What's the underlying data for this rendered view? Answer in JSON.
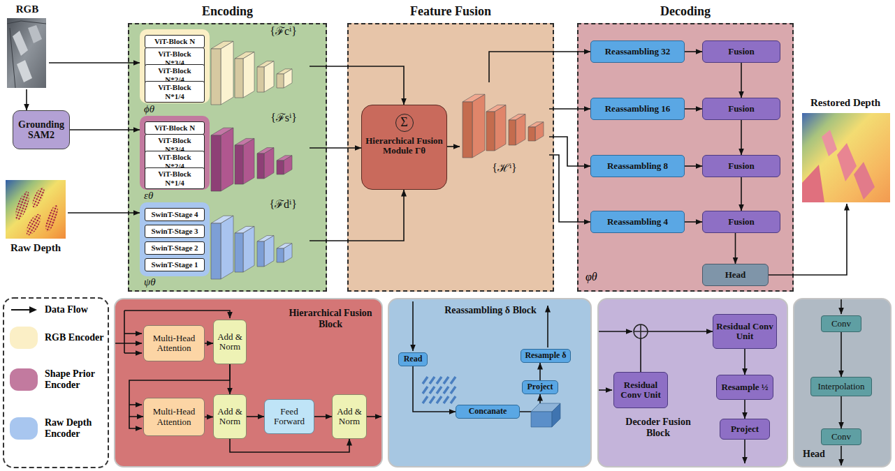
{
  "diagram": {
    "nodes": [
      {
        "text": [
          "RGB"
        ]
      },
      {
        "text": [
          "Grounding SAM2"
        ]
      },
      {
        "text": [
          "Raw Depth"
        ]
      },
      {
        "text": [
          "Encoding"
        ]
      },
      {
        "text": [
          "ϕθ"
        ],
        "in": 3
      },
      {
        "text": [
          "ViT-Block N"
        ],
        "in": 4
      },
      {
        "text": [
          "ViT-Block N*3/4"
        ],
        "in": 4
      },
      {
        "text": [
          "ViT-Block N*2/4"
        ],
        "in": 4
      },
      {
        "text": [
          "ViT-Block N*1/4"
        ],
        "in": 4
      },
      {
        "text": [
          "{ℱcⁱ}"
        ],
        "in": 3
      },
      {
        "text": [
          "εθ"
        ],
        "in": 3
      },
      {
        "text": [
          "ViT-Block N"
        ],
        "in": 10
      },
      {
        "text": [
          "ViT-Block N*3/4"
        ],
        "in": 10
      },
      {
        "text": [
          "ViT-Block N*2/4"
        ],
        "in": 10
      },
      {
        "text": [
          "ViT-Block N*1/4"
        ],
        "in": 10
      },
      {
        "text": [
          "{ℱsⁱ}"
        ],
        "in": 3
      },
      {
        "text": [
          "ψθ"
        ],
        "in": 3
      },
      {
        "text": [
          "SwinT-Stage 4"
        ],
        "in": 16
      },
      {
        "text": [
          "SwinT-Stage 3"
        ],
        "in": 16
      },
      {
        "text": [
          "SwinT-Stage 2"
        ],
        "in": 16
      },
      {
        "text": [
          "SwinT-Stage 1"
        ],
        "in": 16
      },
      {
        "text": [
          "{ℱdⁱ}"
        ],
        "in": 3
      },
      {
        "text": [
          "Feature Fusion"
        ]
      },
      {
        "text": [
          "Σ",
          "Hierarchical Fusion Module Γθ"
        ],
        "in": 22
      },
      {
        "text": [
          "{ℋⁱ}"
        ],
        "in": 22
      },
      {
        "text": [
          "Decoding"
        ]
      },
      {
        "text": [
          "Reassambling 32"
        ],
        "in": 25
      },
      {
        "text": [
          "Fusion"
        ],
        "in": 25
      },
      {
        "text": [
          "Reassambling 16"
        ],
        "in": 25
      },
      {
        "text": [
          "Fusion"
        ],
        "in": 25
      },
      {
        "text": [
          "Reassambling 8"
        ],
        "in": 25
      },
      {
        "text": [
          "Fusion"
        ],
        "in": 25
      },
      {
        "text": [
          "Reassambling 4"
        ],
        "in": 25
      },
      {
        "text": [
          "Fusion"
        ],
        "in": 25
      },
      {
        "text": [
          "Head"
        ],
        "in": 25
      },
      {
        "text": [
          "Restored Depth"
        ]
      },
      {
        "text": [
          "Hierarchical Fusion Block"
        ]
      },
      {
        "text": [
          "Multi-Head Attention"
        ],
        "in": 36
      },
      {
        "text": [
          "Add & Norm"
        ],
        "in": 36
      },
      {
        "text": [
          "Multi-Head Attention"
        ],
        "in": 36
      },
      {
        "text": [
          "Add & Norm"
        ],
        "in": 36
      },
      {
        "text": [
          "Feed Forward"
        ],
        "in": 36
      },
      {
        "text": [
          "Add & Norm"
        ],
        "in": 36
      },
      {
        "text": [
          "Reassambling δ Block"
        ]
      },
      {
        "text": [
          "Read"
        ],
        "in": 43
      },
      {
        "text": [
          "Concanate"
        ],
        "in": 43
      },
      {
        "text": [
          "Project"
        ],
        "in": 43
      },
      {
        "text": [
          "Resample δ"
        ],
        "in": 43
      },
      {
        "text": [
          "Decoder Fusion Block"
        ]
      },
      {
        "text": [
          "Residual Conv Unit"
        ],
        "in": 48
      },
      {
        "text": [
          "Residual Conv Unit"
        ],
        "in": 48
      },
      {
        "text": [
          "Resample ½"
        ],
        "in": 48
      },
      {
        "text": [
          "Project"
        ],
        "in": 48
      },
      {
        "text": [
          "Head"
        ]
      },
      {
        "text": [
          "Conv"
        ],
        "in": 53
      },
      {
        "text": [
          "Interpolation"
        ],
        "in": 53
      },
      {
        "text": [
          "Conv"
        ],
        "in": 53
      }
    ],
    "edges": [
      {
        "from": 0,
        "to": 4,
        "arrow": "to"
      },
      {
        "from": 0,
        "to": 1,
        "arrow": "to"
      },
      {
        "from": 1,
        "to": 10,
        "arrow": "to"
      },
      {
        "from": 2,
        "to": 16,
        "arrow": "to"
      },
      {
        "from": 9,
        "to": 23,
        "arrow": "to"
      },
      {
        "from": 15,
        "to": 23,
        "arrow": "to"
      },
      {
        "from": 21,
        "to": 23,
        "arrow": "to"
      },
      {
        "from": 23,
        "to": 24,
        "arrow": "to"
      },
      {
        "from": 24,
        "to": 26,
        "arrow": "to"
      },
      {
        "from": 24,
        "to": 28,
        "arrow": "to"
      },
      {
        "from": 24,
        "to": 30,
        "arrow": "to"
      },
      {
        "from": 24,
        "to": 32,
        "arrow": "to"
      },
      {
        "from": 26,
        "to": 27,
        "arrow": "to"
      },
      {
        "from": 28,
        "to": 29,
        "arrow": "to"
      },
      {
        "from": 30,
        "to": 31,
        "arrow": "to"
      },
      {
        "from": 32,
        "to": 33,
        "arrow": "to"
      },
      {
        "from": 27,
        "to": 29,
        "arrow": "to"
      },
      {
        "from": 29,
        "to": 31,
        "arrow": "to"
      },
      {
        "from": 31,
        "to": 33,
        "arrow": "to"
      },
      {
        "from": 33,
        "to": 34,
        "arrow": "to"
      },
      {
        "from": 34,
        "to": 35,
        "arrow": "to"
      },
      {
        "from": 37,
        "to": 38,
        "arrow": "to"
      },
      {
        "from": 38,
        "to": 39,
        "arrow": "to"
      },
      {
        "from": 38,
        "to": 40,
        "arrow": "to"
      },
      {
        "from": 39,
        "to": 40,
        "arrow": "to"
      },
      {
        "from": 40,
        "to": 41,
        "arrow": "to"
      },
      {
        "from": 40,
        "to": 42,
        "arrow": "to"
      },
      {
        "from": 41,
        "to": 42,
        "arrow": "to"
      },
      {
        "from": 44,
        "to": 45,
        "arrow": "to"
      },
      {
        "from": 45,
        "to": 46,
        "arrow": "to"
      },
      {
        "from": 46,
        "to": 47,
        "arrow": "to"
      },
      {
        "from": 50,
        "to": 49,
        "arrow": "to"
      },
      {
        "from": 49,
        "to": 51,
        "arrow": "to"
      },
      {
        "from": 51,
        "to": 52,
        "arrow": "to"
      },
      {
        "from": 54,
        "to": 55,
        "arrow": "to"
      },
      {
        "from": 55,
        "to": 56,
        "arrow": "to"
      }
    ],
    "labels": [
      "φθ"
    ],
    "legend": [
      {
        "text": "Data Flow"
      },
      {
        "text": "RGB Encoder",
        "color": "#fbefc6"
      },
      {
        "text": "Shape Prior Encoder",
        "color": "#c27a9f"
      },
      {
        "text": "Raw Depth Encoder",
        "color": "#a8c6ef"
      }
    ]
  }
}
